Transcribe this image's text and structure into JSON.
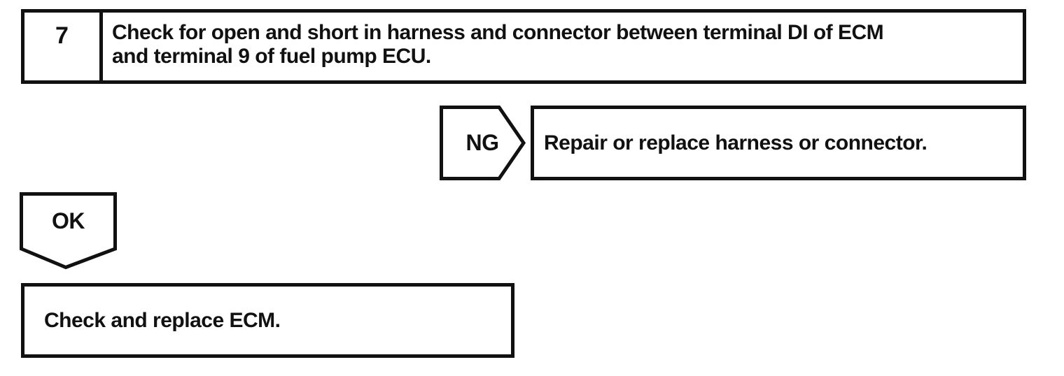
{
  "flowchart": {
    "step": {
      "number": "7",
      "lines": [
        "Check for open and short in harness and connector between terminal DI of ECM",
        "and terminal 9 of fuel pump ECU."
      ]
    },
    "ng_branch": {
      "label": "NG",
      "action": "Repair or replace harness or connector."
    },
    "ok_branch": {
      "label": "OK",
      "action": "Check and replace ECM."
    },
    "colors": {
      "ink": "#111111",
      "background": "#ffffff"
    }
  }
}
